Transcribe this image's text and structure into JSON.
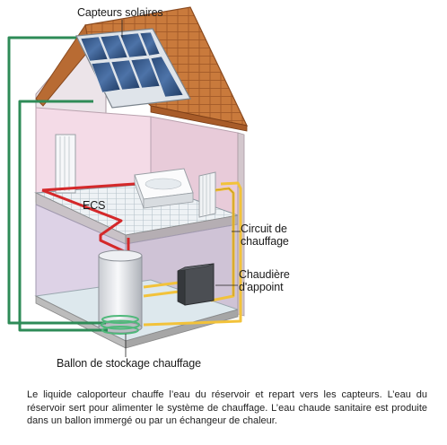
{
  "labels": {
    "solar_collectors": "Capteurs solaires",
    "ecs": "ECS",
    "heating_circuit_line1": "Circuit de",
    "heating_circuit_line2": "chauffage",
    "backup_boiler_line1": "Chaudière",
    "backup_boiler_line2": "d'appoint",
    "storage_tank": "Ballon de stockage chauffage"
  },
  "caption": "Le liquide caloporteur chauffe l’eau du réservoir et repart vers les capteurs. L’eau du réservoir sert pour alimenter le système de chauffage. L’eau chaude sanitaire est produite dans un ballon immergé ou par un échangeur de chaleur.",
  "colors": {
    "solar_loop": "#2e8b57",
    "hot_water_pipe": "#d4282a",
    "heating_pipe": "#f2c23a",
    "roof": "#c8773a",
    "wall_pink": "#f3dbe6",
    "floor_tile": "#e9eef2"
  }
}
